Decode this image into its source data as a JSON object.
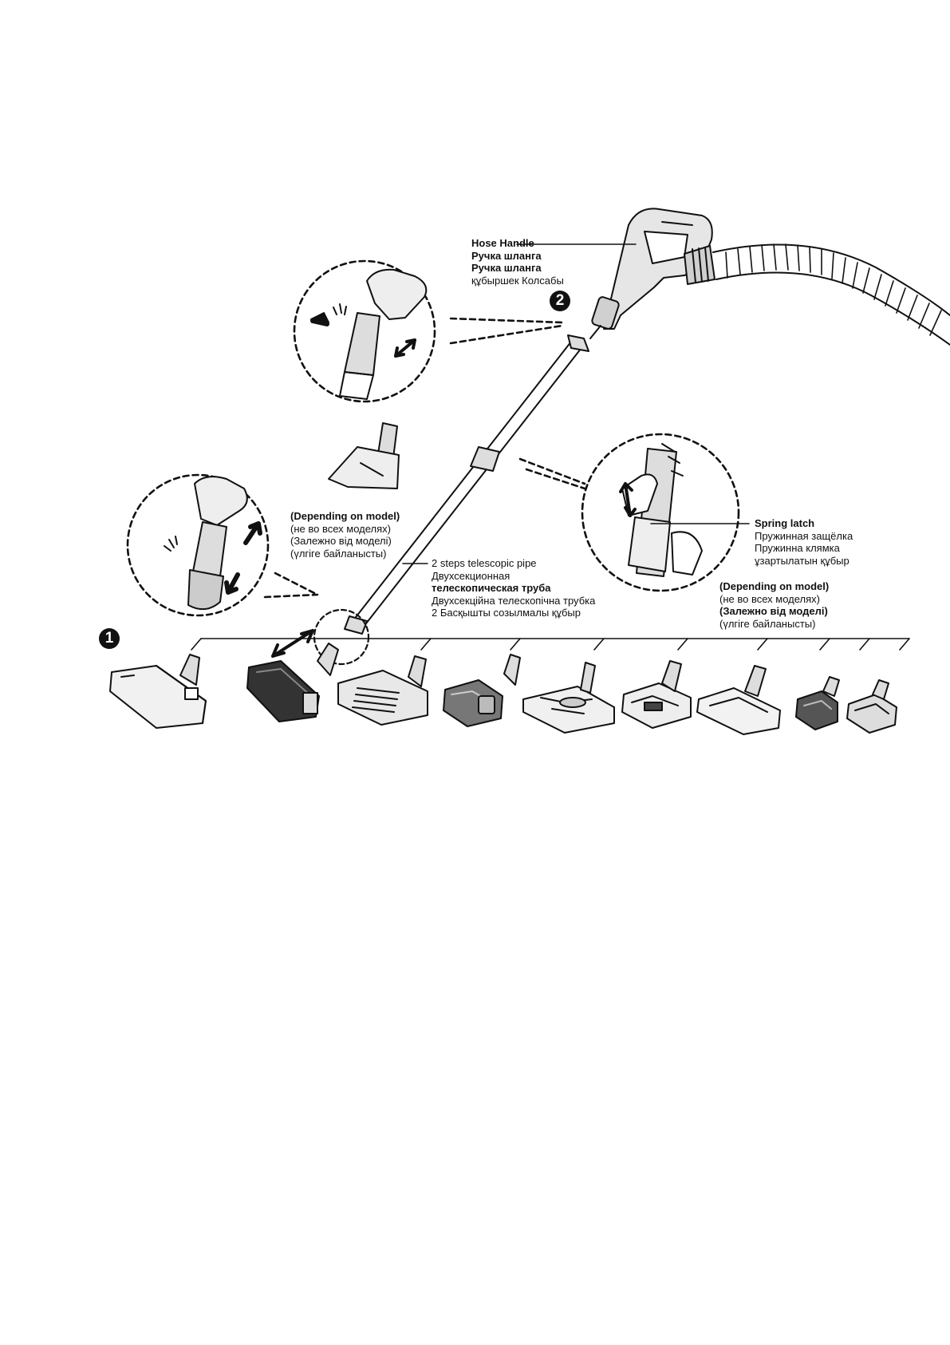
{
  "steps": {
    "one": "1",
    "two": "2"
  },
  "hose_handle": {
    "lines": [
      "Hose Handle",
      "Ручка шланга",
      "Ручка шланга",
      "құбыршек Колсабы"
    ]
  },
  "depending_left": {
    "lines": [
      "(Depending on model)",
      "(не во всех моделях)",
      "(Залежно від моделі)",
      "(үлгіге байланысты)"
    ]
  },
  "telescopic_pipe": {
    "lines": [
      "2 steps telescopic pipe",
      "Двухсекционная",
      "телескопическая труба",
      "Двухсекційна телескопічна трубка",
      "2 Басқышты созылмалы құбыр"
    ]
  },
  "spring_latch": {
    "lines": [
      "Spring latch",
      "Пружинная защёлка",
      "Пружинна клямка",
      "ұзартылатын құбыр"
    ]
  },
  "depending_right": {
    "lines": [
      "(Depending on model)",
      "(не во всех моделях)",
      "(Залежно від моделі)",
      "(үлгіге байланысты)"
    ]
  }
}
